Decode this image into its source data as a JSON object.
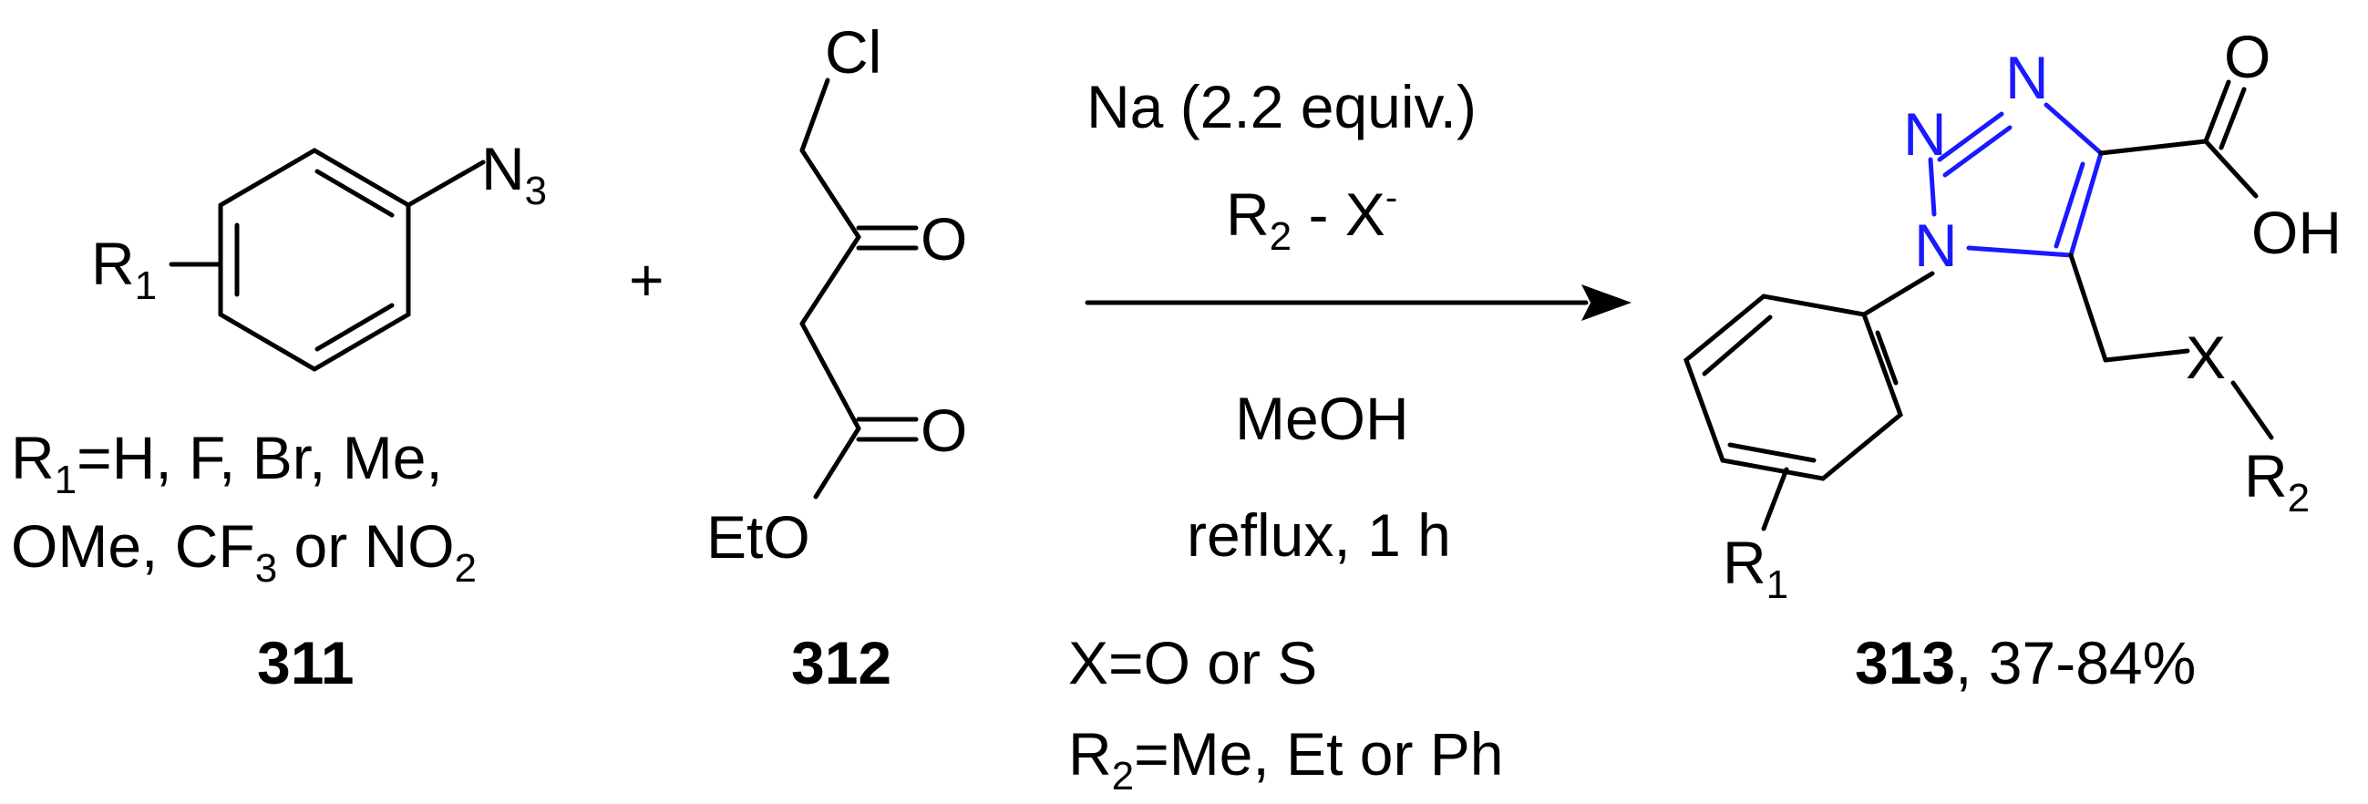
{
  "reactant1": {
    "label": "311",
    "azide": {
      "N": "N",
      "sub": "3"
    },
    "substituent": {
      "R": "R",
      "sub": "1"
    },
    "r1_options_line1": {
      "R": "R",
      "sub": "1",
      "rest": "=H,  F,  Br, Me,"
    },
    "r1_options_line2": {
      "a": "OMe, CF",
      "sub1": "3",
      "b": " or NO",
      "sub2": "2"
    }
  },
  "plus": "+",
  "reactant2": {
    "label": "312",
    "cl": "Cl",
    "o_ketone": "O",
    "o_ester": "O",
    "eto": "EtO"
  },
  "conditions": {
    "reagent": "Na (2.2 equiv.)",
    "nucleophile": {
      "R": "R",
      "sub": "2",
      "mid": " - X",
      "sup": "-"
    },
    "solvent": "MeOH",
    "temp_time": "reflux, 1 h",
    "x_def": "X=O or S",
    "r2_def": {
      "R": "R",
      "sub": "2",
      "rest": "=Me, Et or  Ph"
    }
  },
  "product": {
    "label_bold": "313",
    "yield": ", 37-84%",
    "n1": "N",
    "n2": "N",
    "n3": "N",
    "eq": "=",
    "o_carbonyl": "O",
    "oh": "OH",
    "x": "X",
    "r2": {
      "R": "R",
      "sub": "2"
    },
    "r1": {
      "R": "R",
      "sub": "1"
    }
  },
  "colors": {
    "triazole": "#1a1aff",
    "default": "#000000"
  }
}
